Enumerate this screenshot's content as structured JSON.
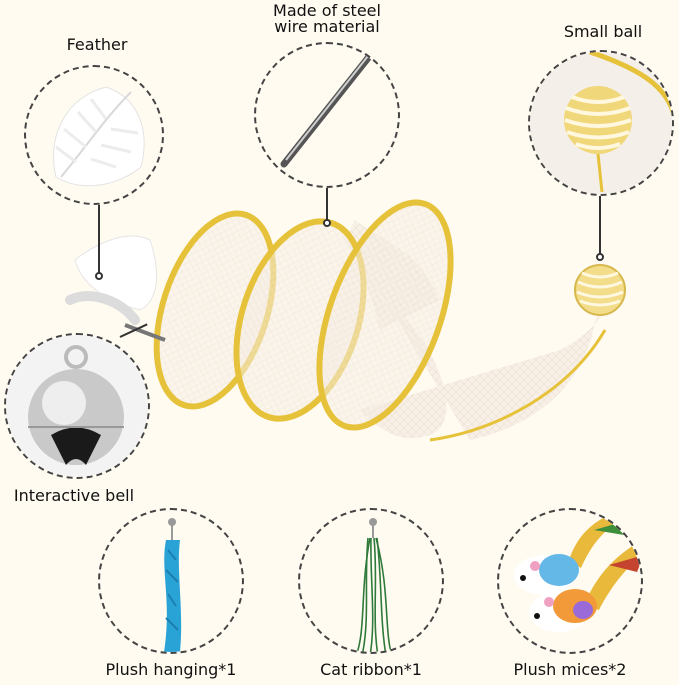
{
  "labels": {
    "feather": "Feather",
    "steel_line1": "Made of steel",
    "steel_line2": "wire material",
    "small_ball": "Small ball",
    "bell": "Interactive bell",
    "plush_hanging": "Plush hanging*1",
    "cat_ribbon": "Cat ribbon*1",
    "plush_mices": "Plush mices*2"
  },
  "colors": {
    "background": "#fffbf0",
    "tunnel_rim": "#e6c23a",
    "mesh": "#f5ece0",
    "dashed_border": "#444444"
  }
}
